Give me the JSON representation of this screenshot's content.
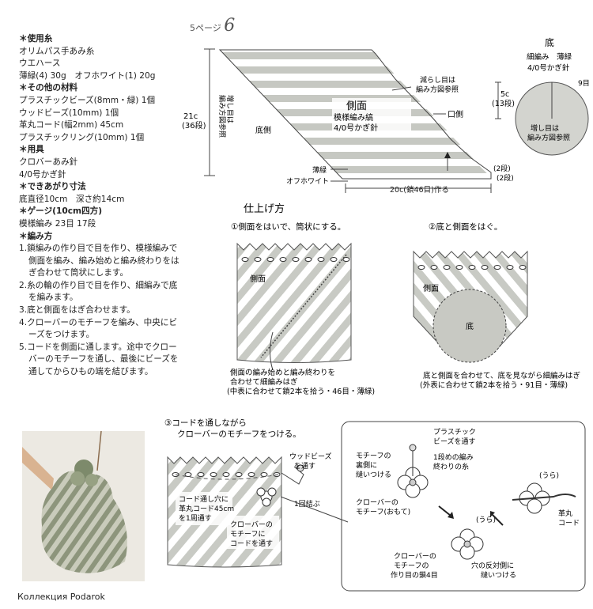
{
  "header": {
    "page_label": "5ページ",
    "page_number": "6"
  },
  "materials": {
    "h_yarn": "＊使用糸",
    "yarn_lines": [
      "オリムパス手あみ糸",
      "ウエハース",
      "薄緑(4) 30g　オフホワイト(1) 20g"
    ],
    "h_other": "＊その他の材料",
    "other_lines": [
      "プラスチックビーズ(8mm・緑) 1個",
      "ウッドビーズ(10mm) 1個",
      "革丸コード(幅2mm) 45cm",
      "プラスチックリング(10mm) 1個"
    ],
    "h_tools": "＊用具",
    "tools_lines": [
      "クロバーあみ針",
      "4/0号かぎ針"
    ],
    "h_size": "＊できあがり寸法",
    "size_line": "底直径10cm　深さ約14cm",
    "h_gauge": "＊ゲージ(10cm四方)",
    "gauge_line": "模様編み 23目 17段",
    "h_howto": "＊編み方",
    "steps": [
      "1.鎖編みの作り目で目を作り、模様編みで側面を編み、編み始めと編み終わりをはぎ合わせて筒状にします。",
      "2.糸の輪の作り目で目を作り、細編みで底を編みます。",
      "3.底と側面をはぎ合わせます。",
      "4.クローバーのモチーフを編み、中央にビーズをつけます。",
      "5.コードを側面に通します。途中でクローバーのモチーフを通し、最後にビーズを通してからひもの端を結びます。"
    ]
  },
  "side_diagram": {
    "height_label": "21c",
    "height_rows": "(36段)",
    "increase_note": [
      "増し目は",
      "編み方図参照"
    ],
    "decrease_note": [
      "減らし目は",
      "編み方図参照"
    ],
    "title": "側面",
    "pattern": "模様編み縞",
    "hook": "4/0号かぎ針",
    "mouth": "口側",
    "bottom_side": "底側",
    "color1": "薄緑",
    "color2": "オフホワイト",
    "width_label": "20c(鎖46目)作る",
    "rows2a": "(2段)",
    "rows2b": "(2段)"
  },
  "bottom_diagram": {
    "title": "底",
    "stitch": "細編み　薄緑",
    "hook": "4/0号かぎ針",
    "radius": "5c",
    "radius_rows": "(13段)",
    "stitches": "9目",
    "note": [
      "増し目は",
      "編み方図参照"
    ]
  },
  "finishing": {
    "title": "仕上げ方",
    "step1_title": "①側面をはいで、筒状にする。",
    "step1_label": "側面",
    "step1_note": [
      "側面の編み始めと編み終わりを",
      "合わせて細編みはぎ",
      "(中表に合わせて鎖2本を拾う・46目・薄緑)"
    ],
    "step2_title": "②底と側面をはぐ。",
    "step2_label_side": "側面",
    "step2_label_bottom": "底",
    "step2_note": [
      "底と側面を合わせて、底を見ながら細編みはぎ",
      "(外表に合わせて鎖2本を拾う・91目・薄緑)"
    ],
    "step3_title": [
      "③コードを通しながら",
      "クローバーのモチーフをつける。"
    ],
    "wood_bead": [
      "ウッドビーズ",
      "を通す"
    ],
    "knot": "1回結ぶ",
    "cord_note": [
      "コード通し穴に",
      "革丸コード45cm",
      "を1周通す"
    ],
    "motif_note": [
      "クローバーの",
      "モチーフに",
      "コードを通す"
    ],
    "detail": {
      "plastic_bead": [
        "プラスチック",
        "ビーズを通す"
      ],
      "sew": [
        "モチーフの",
        "裏側に",
        "縫いつける"
      ],
      "end_yarn": [
        "1段めの編み",
        "終わりの糸"
      ],
      "front": [
        "クローバーの",
        "モチーフ(おもて)"
      ],
      "back1": "(うら)",
      "back2": "(うら)",
      "leather": [
        "革丸",
        "コード"
      ],
      "chain": [
        "クローバーの",
        "モチーフの",
        "作り目の鎖4目"
      ],
      "opposite": [
        "穴の反対側に",
        "縫いつける"
      ]
    }
  },
  "photo_caption": "Коллекция Podarok",
  "colors": {
    "green": "#b9bdb1",
    "ink": "#222222",
    "bg": "#ffffff"
  }
}
